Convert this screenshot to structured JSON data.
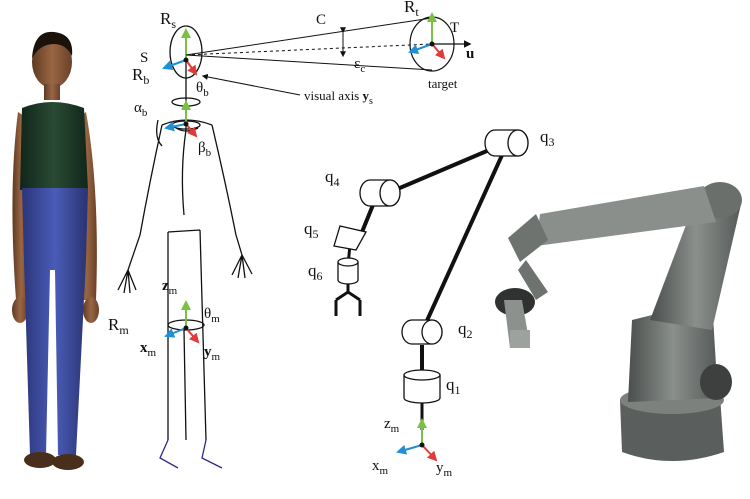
{
  "colors": {
    "green_axis": "#7ac143",
    "blue_axis": "#1f8fd6",
    "red_axis": "#e03a3a",
    "robot_gray": "#6e7370",
    "robot_dark": "#3d403e",
    "human_skin": "#8a5a3a",
    "human_shirt": "#1e3a2a",
    "human_pants": "#3c4aa0"
  },
  "labels": {
    "Rs": "R",
    "Rs_sub": "s",
    "S": "S",
    "Rb": "R",
    "Rb_sub": "b",
    "theta_b": "θ",
    "theta_b_sub": "b",
    "alpha_b": "α",
    "alpha_b_sub": "b",
    "beta_b": "β",
    "beta_b_sub": "b",
    "C": "C",
    "Rt": "R",
    "Rt_sub": "t",
    "T": "T",
    "u": "u",
    "eps_c": "ε",
    "eps_c_sub": "c",
    "target": "target",
    "visual_axis": "visual axis ",
    "visual_axis_y": "y",
    "visual_axis_sub": "s",
    "zm_left": "z",
    "zm_left_sub": "m",
    "theta_m": "θ",
    "theta_m_sub": "m",
    "Rm": "R",
    "Rm_sub": "m",
    "xm_left": "x",
    "xm_left_sub": "m",
    "ym_left": "y",
    "ym_left_sub": "m",
    "q1": "q",
    "q1_sub": "1",
    "q2": "q",
    "q2_sub": "2",
    "q3": "q",
    "q3_sub": "3",
    "q4": "q",
    "q4_sub": "4",
    "q5": "q",
    "q5_sub": "5",
    "q6": "q",
    "q6_sub": "6",
    "zm_right": "z",
    "zm_right_sub": "m",
    "xm_right": "x",
    "xm_right_sub": "m",
    "ym_right": "y",
    "ym_right_sub": "m"
  }
}
